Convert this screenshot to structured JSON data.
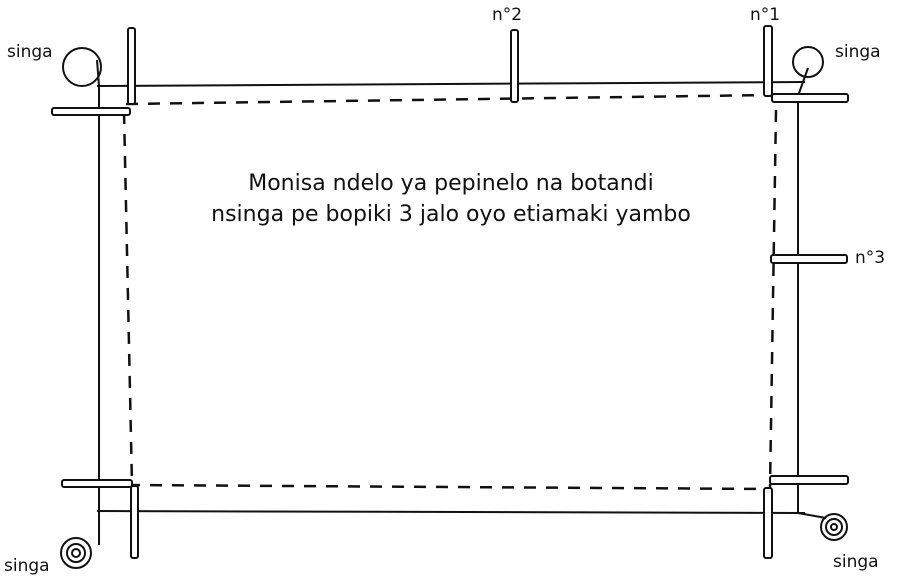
{
  "diagram": {
    "caption_line1": "Monisa ndelo ya pepinelo na botandi",
    "caption_line2": "nsinga pe bopiki 3 jalo oyo etiamaki yambo",
    "labels": {
      "n1": "n°1",
      "n2": "n°2",
      "n3": "n°3",
      "singa_top_left": "singa",
      "singa_top_right": "singa",
      "singa_bottom_left": "singa",
      "singa_bottom_right": "singa"
    }
  },
  "colors": {
    "ink": "#111111",
    "background": "#ffffff"
  }
}
